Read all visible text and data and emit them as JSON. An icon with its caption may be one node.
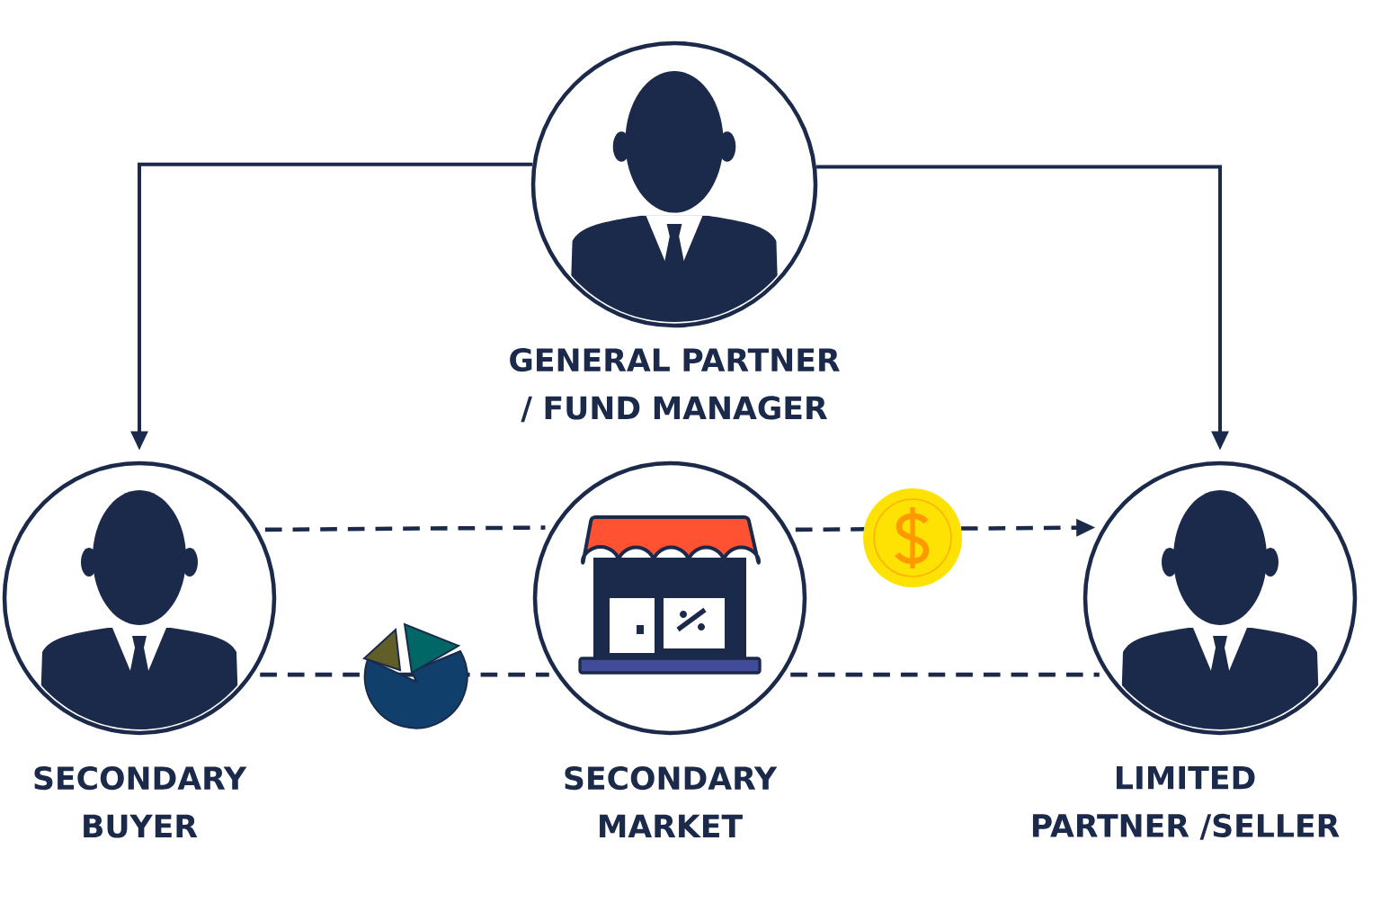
{
  "diagram": {
    "nodes": [
      {
        "text": [
          "GENERAL PARTNER / FUND MANAGER"
        ]
      },
      {
        "text": [
          "SECONDARY BUYER"
        ]
      },
      {
        "text": [
          "SECONDARY MARKET"
        ]
      },
      {
        "text": [
          "LIMITED PARTNER /SELLER"
        ]
      }
    ],
    "edges": [
      {
        "from": 0,
        "to": 1,
        "arrow": "to"
      },
      {
        "from": 0,
        "to": 3,
        "arrow": "to"
      },
      {
        "from": 1,
        "to": 2,
        "arrow": "none",
        "style": "dashed"
      },
      {
        "from": 2,
        "to": 3,
        "arrow": "to",
        "style": "dashed"
      },
      {
        "from": 1,
        "to": 2,
        "arrow": "none",
        "style": "dashed"
      },
      {
        "from": 2,
        "to": 3,
        "arrow": "none",
        "style": "dashed"
      }
    ]
  }
}
